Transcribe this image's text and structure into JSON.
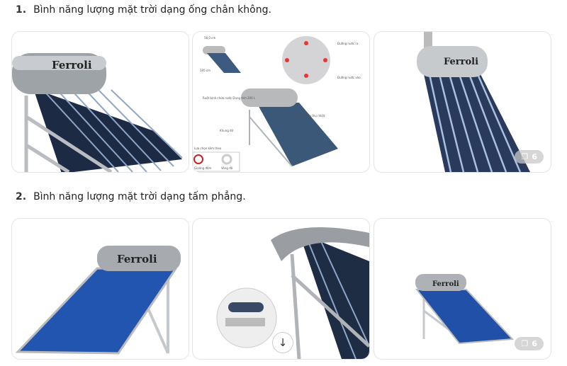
{
  "sections": [
    {
      "number": "1.",
      "title": "Bình năng lượng mặt trời dạng ống chân không.",
      "more_count": "6"
    },
    {
      "number": "2.",
      "title": "Bình năng lượng mặt trời dạng tấm phẳng.",
      "more_count": "6"
    }
  ],
  "brand": "Ferroli",
  "diagram": {
    "width_label": "58,0 cm",
    "length_label": "195 cm",
    "outlet": "Đường nước ra",
    "inlet": "Đường nước vào",
    "tank": "Ruột bình chứa nước Dung tích 200 L",
    "tube": "Ống hấp thụ nhiệt",
    "frame": "Khung đỡ",
    "choice": "Lựa chọn kèm theo",
    "opt1": "Gioăng đệm",
    "opt2": "Vòng đỡ"
  },
  "icons": {
    "gallery": "images-icon",
    "download": "arrow-down-icon"
  }
}
